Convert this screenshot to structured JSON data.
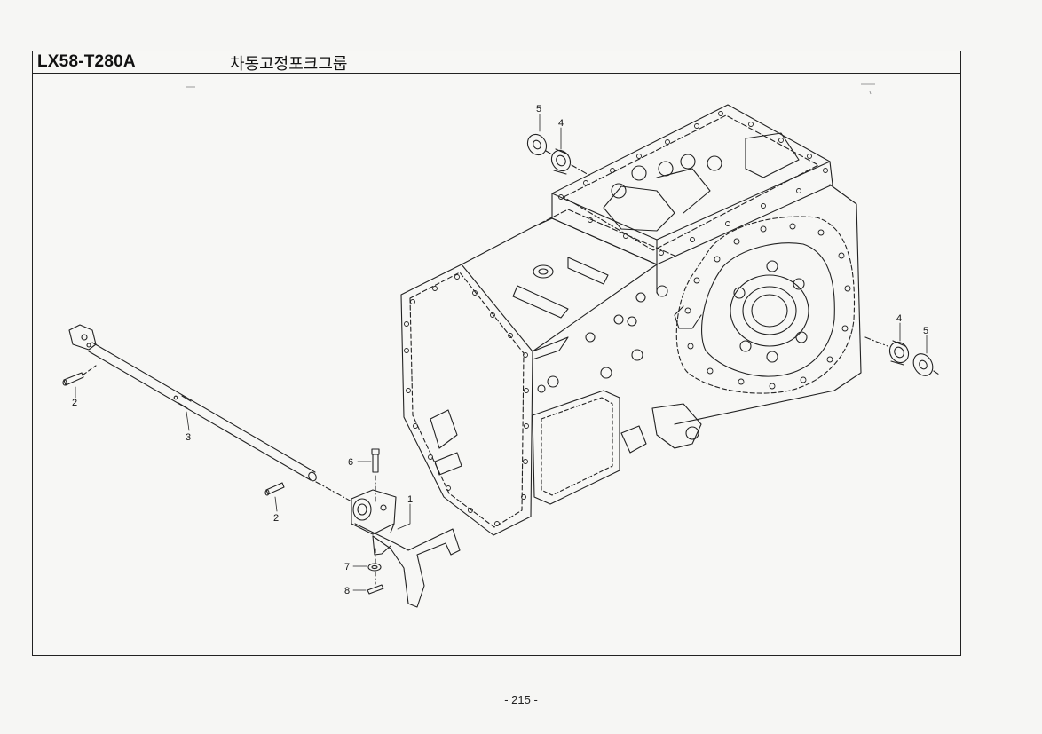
{
  "header": {
    "part_code": "LX58-T280A",
    "title": "차동고정포크그룹"
  },
  "callouts": {
    "c1": "1",
    "c2a": "2",
    "c2b": "2",
    "c3": "3",
    "c4a": "4",
    "c4b": "4",
    "c5a": "5",
    "c5b": "5",
    "c6": "6",
    "c7": "7",
    "c8": "8"
  },
  "footer": {
    "page_number": "- 215 -"
  }
}
